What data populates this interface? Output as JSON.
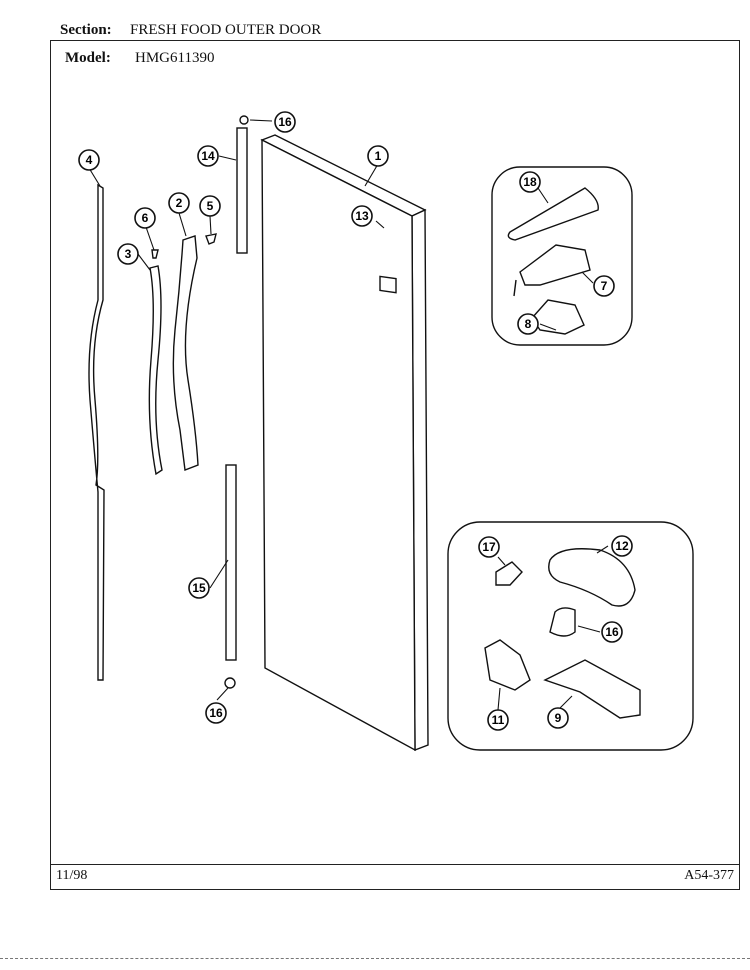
{
  "header": {
    "section_label": "Section:",
    "section_value": "FRESH FOOD OUTER DOOR",
    "model_label": "Model:",
    "model_value": "HMG611390"
  },
  "footer": {
    "date": "11/98",
    "code": "A54-377"
  },
  "callouts": [
    "1",
    "2",
    "3",
    "4",
    "5",
    "6",
    "7",
    "8",
    "9",
    "11",
    "12",
    "13",
    "14",
    "15",
    "16",
    "16",
    "16",
    "17",
    "18"
  ]
}
